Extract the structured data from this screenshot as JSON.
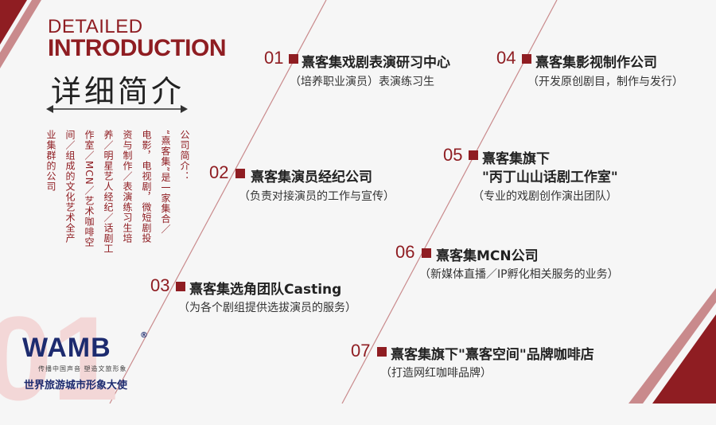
{
  "header": {
    "en_line1": "DETAILED",
    "en_line2": "INTRODUCTION",
    "cn_title": "详细简介"
  },
  "intro_columns": [
    "公司简介：",
    "“熹客集”是一家集合／",
    "电影，电视剧，微短剧投",
    "资与制作／表演练习生培",
    "养／明星艺人经纪／话剧工",
    "作室／MCN／艺术咖啡空",
    "间／组成的文化艺术全产",
    "业集群的公司"
  ],
  "items": [
    {
      "num": "01",
      "title": "熹客集戏剧表演研习中心",
      "sub": "（培养职业演员）表演练习生"
    },
    {
      "num": "02",
      "title": "熹客集演员经纪公司",
      "sub": "（负责对接演员的工作与宣传）"
    },
    {
      "num": "03",
      "title": "熹客集选角团队Casting",
      "sub": "（为各个剧组提供选拔演员的服务）"
    },
    {
      "num": "04",
      "title": "熹客集影视制作公司",
      "sub": "（开发原创剧目，制作与发行）"
    },
    {
      "num": "05",
      "title": "熹客集旗下",
      "title2": "\"丙丁山山话剧工作室\"",
      "sub": "（专业的戏剧创作演出团队）"
    },
    {
      "num": "06",
      "title": "熹客集MCN公司",
      "sub": "（新媒体直播／IP孵化相关服务的业务）"
    },
    {
      "num": "07",
      "title": "熹客集旗下\"熹客空间\"品牌咖啡店",
      "sub": "（打造网红咖啡品牌）"
    }
  ],
  "page_number": "01",
  "logo": {
    "name": "WAMB",
    "mark": "®",
    "slogan": "传播中国声音  塑造文旅形象",
    "caption": "世界旅游城市形象大使"
  },
  "colors": {
    "accent": "#8f1d22",
    "logo": "#1d2b6f"
  }
}
